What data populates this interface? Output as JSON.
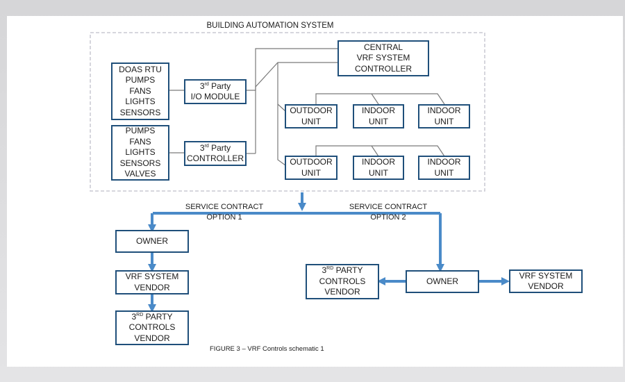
{
  "title": "BUILDING AUTOMATION SYSTEM",
  "equipment_group_1": [
    "DOAS RTU",
    "PUMPS",
    "FANS",
    "LIGHTS",
    "SENSORS"
  ],
  "equipment_group_2": [
    "PUMPS",
    "FANS",
    "LIGHTS",
    "SENSORS",
    "VALVES"
  ],
  "io_module": {
    "line1_base": "3",
    "line1_sup": "rd",
    "line1_rest": " Party",
    "line2": "I/O MODULE"
  },
  "third_party_controller": {
    "line1_base": "3",
    "line1_sup": "rd",
    "line1_rest": " Party",
    "line2": "CONTROLLER"
  },
  "central_controller": [
    "CENTRAL",
    "VRF SYSTEM",
    "CONTROLLER"
  ],
  "unit_row_1": [
    [
      "OUTDOOR",
      "UNIT"
    ],
    [
      "INDOOR",
      "UNIT"
    ],
    [
      "INDOOR",
      "UNIT"
    ]
  ],
  "unit_row_2": [
    [
      "OUTDOOR",
      "UNIT"
    ],
    [
      "INDOOR",
      "UNIT"
    ],
    [
      "INDOOR",
      "UNIT"
    ]
  ],
  "option1": {
    "heading": [
      "SERVICE CONTRACT",
      "OPTION 1"
    ],
    "owner": "OWNER",
    "vrf_vendor": [
      "VRF SYSTEM",
      "VENDOR"
    ],
    "controls_vendor": {
      "line1_base": "3",
      "line1_sup": "RD",
      "line1_rest": " PARTY",
      "line2": "CONTROLS",
      "line3": "VENDOR"
    }
  },
  "option2": {
    "heading": [
      "SERVICE CONTRACT",
      "OPTION 2"
    ],
    "owner": "OWNER",
    "vrf_vendor": [
      "VRF SYSTEM",
      "VENDOR"
    ],
    "controls_vendor": {
      "line1_base": "3",
      "line1_sup": "RD",
      "line1_rest": " PARTY",
      "line2": "CONTROLS",
      "line3": "VENDOR"
    }
  },
  "caption": "FIGURE 3 –  VRF Controls schematic 1",
  "colors": {
    "box_border": "#1f4f7a",
    "arrow": "#4a8ac8",
    "wire": "#7a7a7a",
    "dashed_border": "#c8c8d2"
  }
}
